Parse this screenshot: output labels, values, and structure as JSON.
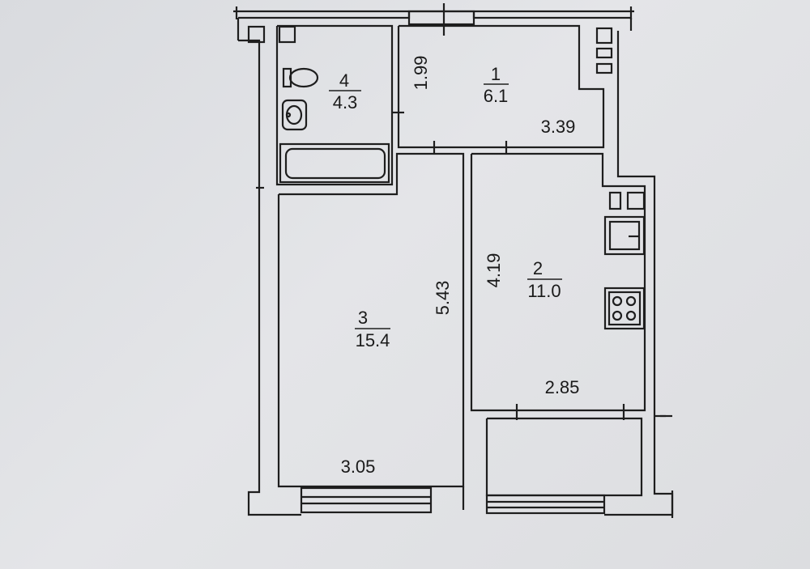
{
  "rooms": [
    {
      "number": "1",
      "area": "6.1"
    },
    {
      "number": "2",
      "area": "11.0"
    },
    {
      "number": "3",
      "area": "15.4"
    },
    {
      "number": "4",
      "area": "4.3"
    }
  ],
  "dimensions": {
    "hall_height": "1.99",
    "hall_width": "3.39",
    "kitchen_height": "4.19",
    "kitchen_width": "2.85",
    "living_height": "5.43",
    "living_width": "3.05"
  }
}
